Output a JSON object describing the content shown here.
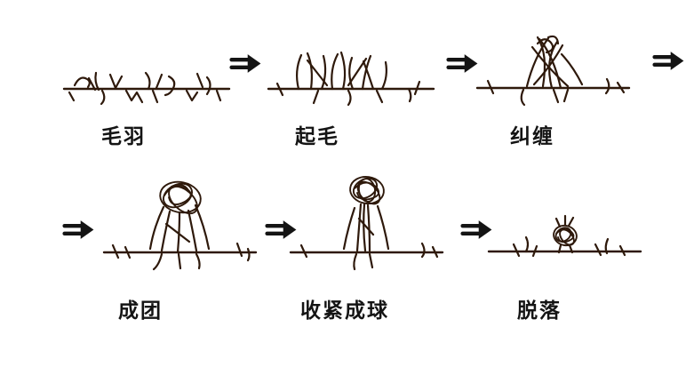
{
  "diagram": {
    "title": "pilling-process",
    "stages": [
      {
        "id": "fuzz",
        "label": "毛羽"
      },
      {
        "id": "fuzzing",
        "label": "起毛"
      },
      {
        "id": "entanglement",
        "label": "纠缠"
      },
      {
        "id": "clumping",
        "label": "成团"
      },
      {
        "id": "tighten-ball",
        "label": "收紧成球"
      },
      {
        "id": "fall-off",
        "label": "脱落"
      }
    ],
    "arrow_icon": "⇒"
  },
  "colors": {
    "ink": "#2e190b",
    "arrow": "#141414",
    "label": "#141414",
    "background": "#ffffff"
  }
}
